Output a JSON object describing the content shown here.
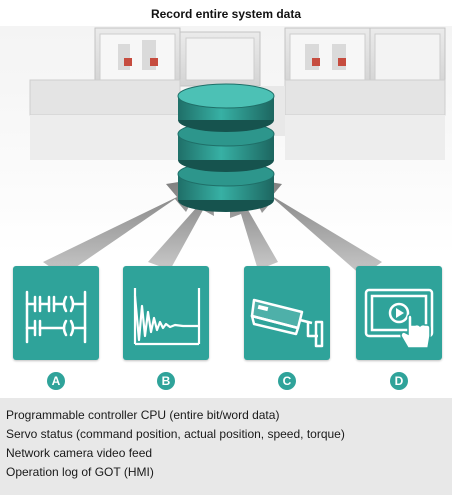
{
  "title": "Record entire system data",
  "colors": {
    "accent": "#2fa39a",
    "arrow": "#9b9b9b",
    "legend_bg": "#e8e8e8"
  },
  "sources": [
    {
      "badge": "A",
      "icon": "ladder-logic-icon"
    },
    {
      "badge": "B",
      "icon": "servo-waveform-icon"
    },
    {
      "badge": "C",
      "icon": "network-camera-icon"
    },
    {
      "badge": "D",
      "icon": "touch-panel-icon"
    }
  ],
  "legend": [
    "Programmable controller CPU (entire bit/word data)",
    "Servo status (command position, actual position, speed, torque)",
    "Network camera video feed",
    "Operation log of GOT (HMI)"
  ]
}
